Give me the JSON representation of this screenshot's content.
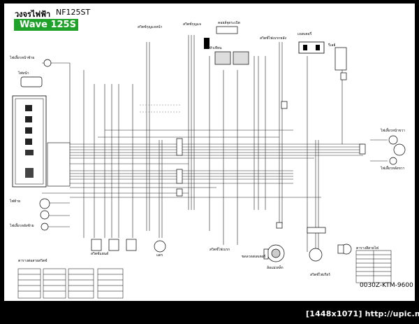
{
  "header": {
    "title": "วงจรไฟฟ้า",
    "model_code": "NF125ST",
    "badge": "Wave 125S"
  },
  "labels": [
    "สวิตช์กุญแจหน้า",
    "สวิตช์กุญแจ",
    "คอยล์จุดระเบิด",
    "สวิตช์ไฟเบรกหลัง",
    "แบตเตอรี่",
    "รีเลย์",
    "ไฟเลี้ยวหน้าซ้าย",
    "ไฟหน้า",
    "ไฟเลี้ยวหน้าขวา",
    "ไฟเลี้ยวหลังขวา",
    "ไฟท้าย",
    "ไฟเลี้ยวหลังซ้าย",
    "สวิตช์แฮนด์",
    "แตร",
    "สวิตช์ไฟเบรก",
    "ขดลวดสเตเตอร์",
    "ล้อแม่เหล็ก",
    "สวิตช์ไฟเกียร์",
    "ตารางสีสายไฟ",
    "ตารางต่อสายสวิตช์",
    "หัวเทียน"
  ],
  "footer": {
    "part_number": "0030Z-KTM-9600",
    "watermark": "[1448x1071] http://upic.me/"
  },
  "colors": {
    "badge_background": "#1fa22a",
    "frame_background": "#000000",
    "sheet_background": "#ffffff"
  }
}
